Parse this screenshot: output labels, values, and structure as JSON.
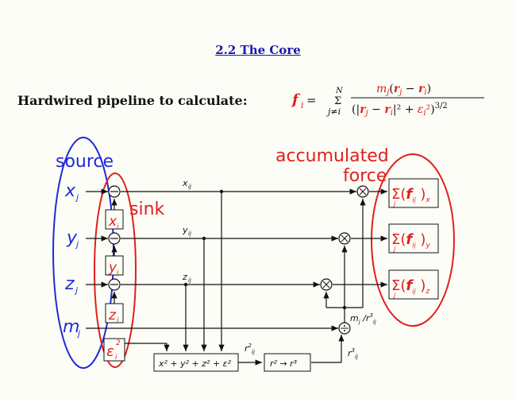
{
  "title": "2.2 The Core",
  "intro": "Hardwired pipeline to calculate:",
  "equation": {
    "lhs": "f",
    "lhs_sub": "i",
    "sum_top": "N",
    "sum_bottom": "j≠i",
    "numerator": "m_j(r_j − r_i)",
    "denominator": "(|r_j − r_i|² + ε_i²)^(3/2)"
  },
  "labels": {
    "source": "source",
    "sink": "sink",
    "accumulated": "accumulated",
    "force": "force",
    "xj": "x",
    "yj": "y",
    "zj": "z",
    "mj": "m",
    "sub_j": "j",
    "sub_i": "i",
    "xi": "x",
    "yi": "y",
    "zi": "z",
    "eps": "ε",
    "xij": "x",
    "yij": "y",
    "zij": "z",
    "sub_ij": "ij",
    "mjr": "m",
    "r3": "r",
    "r2": "r",
    "sumbox": "x² + y² + z² + ε²",
    "r2r3": "r² → r³",
    "fx_sub": "x",
    "fy_sub": "y",
    "fz_sub": "z"
  },
  "colors": {
    "blue": "#1f2ad8",
    "red": "#e0201c",
    "black": "#111111"
  }
}
